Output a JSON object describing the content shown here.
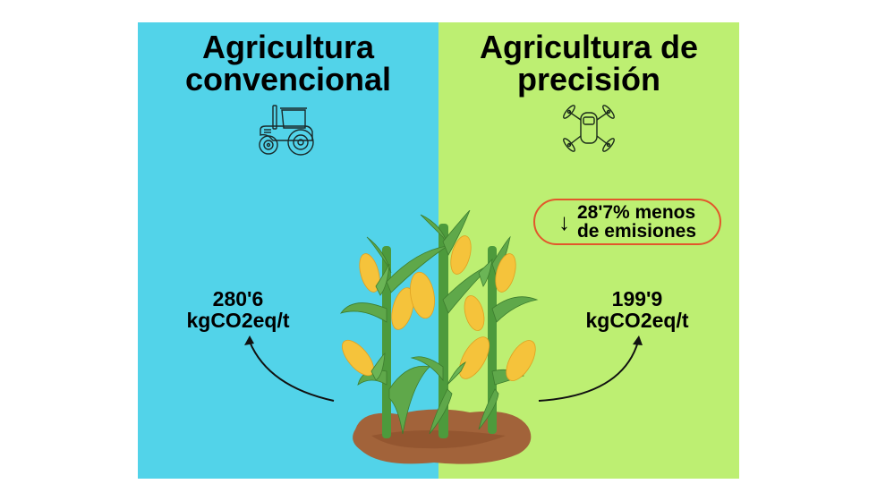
{
  "left_panel": {
    "title_line1": "Agricultura",
    "title_line2": "convencional",
    "icon": "tractor-icon",
    "value": "280'6",
    "unit": "kgCO2eq/t",
    "background": "#52d3e9"
  },
  "right_panel": {
    "title_line1": "Agricultura de",
    "title_line2": "precisión",
    "icon": "drone-icon",
    "value": "199'9",
    "unit": "kgCO2eq/t",
    "background": "#bdef72"
  },
  "badge": {
    "arrow": "↓",
    "line1": "28'7% menos",
    "line2": "de emisiones",
    "border_color": "#e2572b"
  },
  "center_illustration": "corn-plants-in-soil"
}
